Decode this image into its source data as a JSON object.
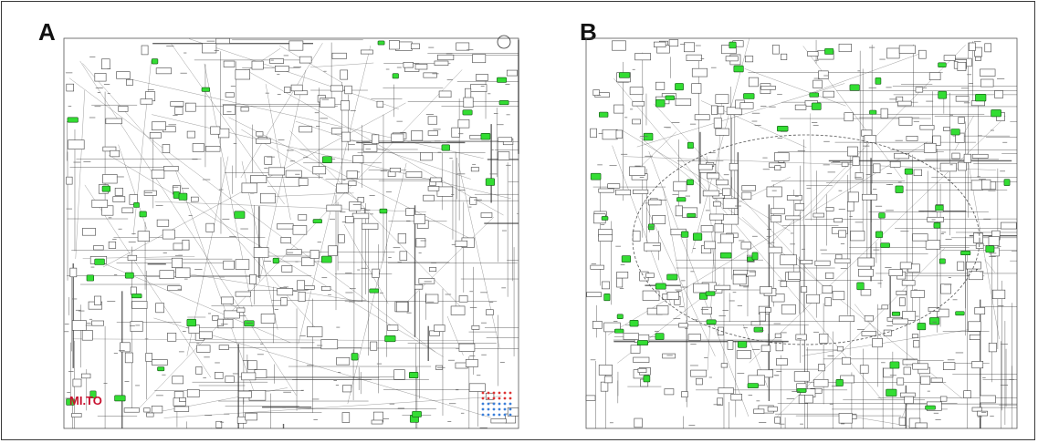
{
  "figure": {
    "panels": [
      {
        "label": "A",
        "logo_text": "MI.TO",
        "node_color": "#33dd33",
        "edge_color": "#333333"
      },
      {
        "label": "B",
        "node_color": "#33dd33",
        "edge_color": "#333333"
      }
    ]
  }
}
